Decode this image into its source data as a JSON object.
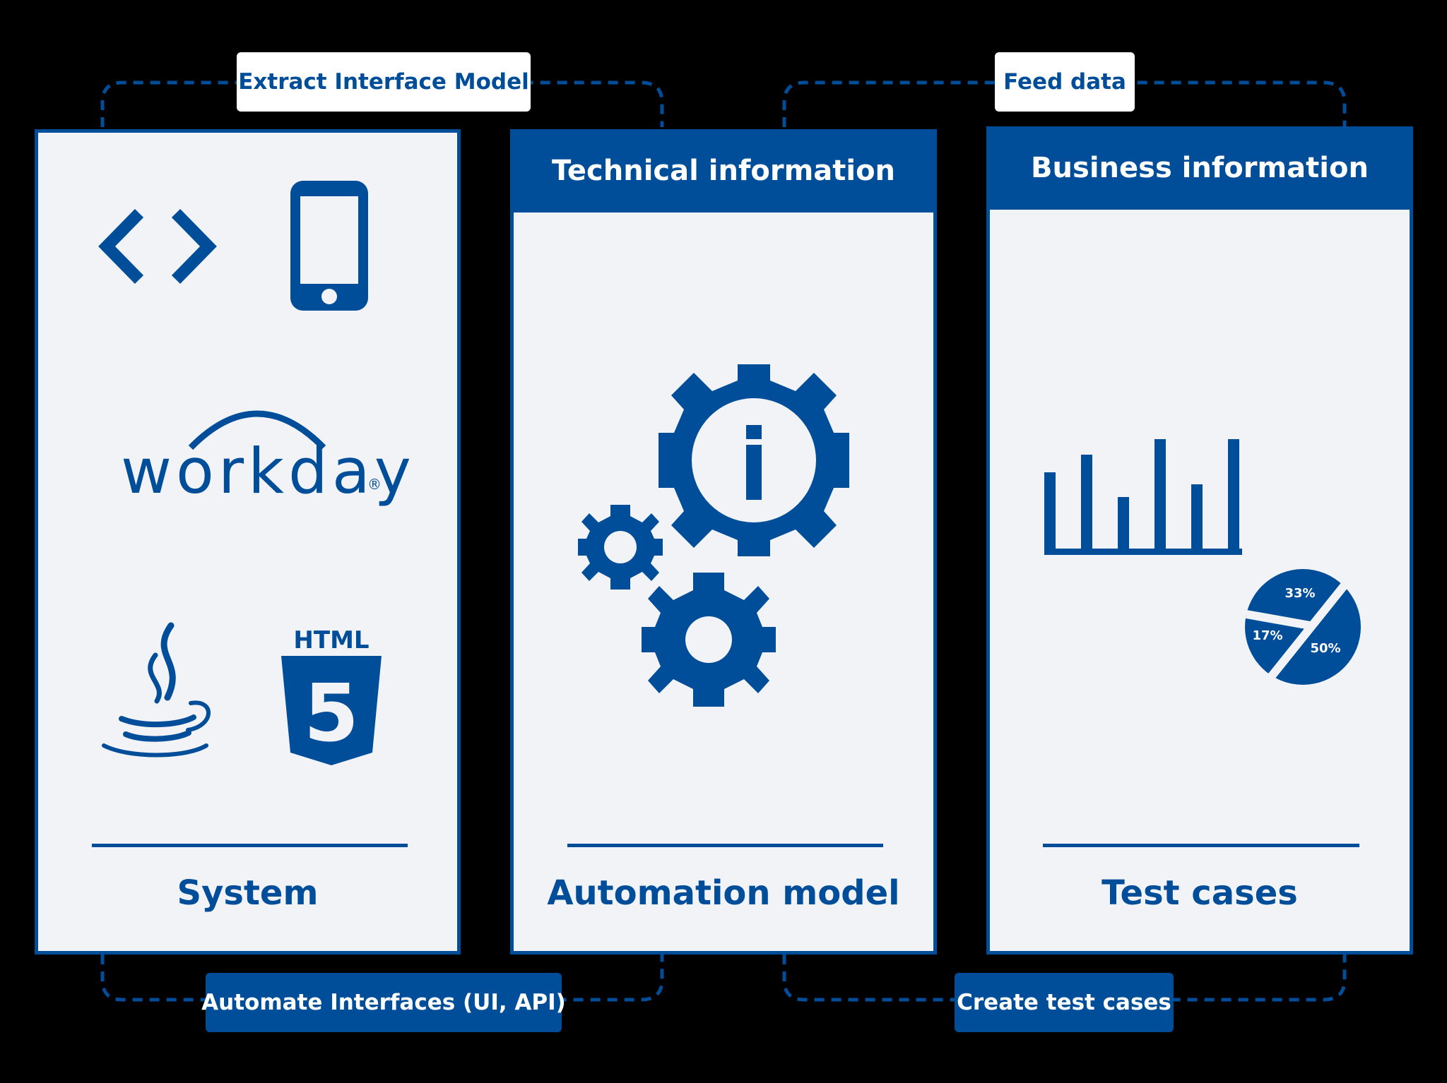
{
  "colors": {
    "brand": "#004d99",
    "panel_bg": "#f2f3f7",
    "background": "#000000"
  },
  "tags": {
    "extract": "Extract Interface Model",
    "feed": "Feed data",
    "automate": "Automate Interfaces (UI, API)",
    "create": "Create test cases"
  },
  "panels": {
    "system": {
      "footer": "System"
    },
    "technical": {
      "header": "Technical information",
      "footer": "Automation model"
    },
    "business": {
      "header": "Business information",
      "footer": "Test cases"
    }
  },
  "icons": {
    "system": [
      "code-brackets-icon",
      "smartphone-icon",
      "workday-logo",
      "java-logo",
      "html5-logo"
    ],
    "technical": [
      "gear-info-icon",
      "small-gear-icon",
      "medium-gear-icon"
    ],
    "business": [
      "bar-chart-icon",
      "pie-chart-icon"
    ]
  },
  "logos": {
    "workday": "workday",
    "workday_mark": "®",
    "html": "HTML",
    "html_version": "5"
  },
  "pie_chart": {
    "slices": [
      {
        "label": "33%",
        "value": 33
      },
      {
        "label": "17%",
        "value": 17
      },
      {
        "label": "50%",
        "value": 50
      }
    ]
  }
}
